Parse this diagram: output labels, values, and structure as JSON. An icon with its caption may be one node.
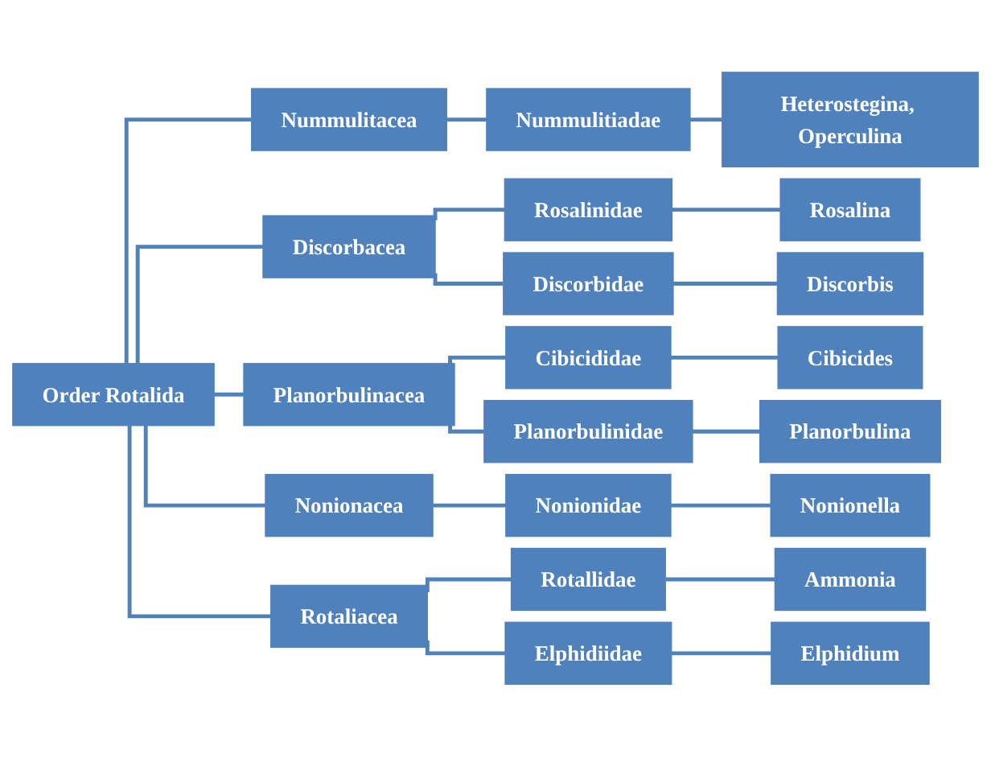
{
  "diagram": {
    "nodes": [
      {
        "text": [
          "Order Rotalida"
        ]
      },
      {
        "text": [
          "Nummulitacea"
        ]
      },
      {
        "text": [
          "Nummulitiadae"
        ]
      },
      {
        "text": [
          "Heterostegina, Operculina"
        ]
      },
      {
        "text": [
          "Discorbacea"
        ]
      },
      {
        "text": [
          "Rosalinidae"
        ]
      },
      {
        "text": [
          "Rosalina"
        ]
      },
      {
        "text": [
          "Discorbidae"
        ]
      },
      {
        "text": [
          "Discorbis"
        ]
      },
      {
        "text": [
          "Planorbulinacea"
        ]
      },
      {
        "text": [
          "Cibicididae"
        ]
      },
      {
        "text": [
          "Cibicides"
        ]
      },
      {
        "text": [
          "Planorbulinidae"
        ]
      },
      {
        "text": [
          "Planorbulina"
        ]
      },
      {
        "text": [
          "Nonionacea"
        ]
      },
      {
        "text": [
          "Nonionidae"
        ]
      },
      {
        "text": [
          "Nonionella"
        ]
      },
      {
        "text": [
          "Rotaliacea"
        ]
      },
      {
        "text": [
          "Rotallidae"
        ]
      },
      {
        "text": [
          "Ammonia"
        ]
      },
      {
        "text": [
          "Elphidiidae"
        ]
      },
      {
        "text": [
          "Elphidium"
        ]
      }
    ],
    "edges": [
      {
        "from": 0,
        "to": 1,
        "arrow": "none"
      },
      {
        "from": 0,
        "to": 4,
        "arrow": "none"
      },
      {
        "from": 0,
        "to": 9,
        "arrow": "none"
      },
      {
        "from": 0,
        "to": 14,
        "arrow": "none"
      },
      {
        "from": 0,
        "to": 17,
        "arrow": "none"
      },
      {
        "from": 1,
        "to": 2,
        "arrow": "none"
      },
      {
        "from": 2,
        "to": 3,
        "arrow": "none"
      },
      {
        "from": 4,
        "to": 5,
        "arrow": "none"
      },
      {
        "from": 4,
        "to": 7,
        "arrow": "none"
      },
      {
        "from": 5,
        "to": 6,
        "arrow": "none"
      },
      {
        "from": 7,
        "to": 8,
        "arrow": "none"
      },
      {
        "from": 9,
        "to": 10,
        "arrow": "none"
      },
      {
        "from": 9,
        "to": 12,
        "arrow": "none"
      },
      {
        "from": 10,
        "to": 11,
        "arrow": "none"
      },
      {
        "from": 12,
        "to": 13,
        "arrow": "none"
      },
      {
        "from": 14,
        "to": 15,
        "arrow": "none"
      },
      {
        "from": 15,
        "to": 16,
        "arrow": "none"
      },
      {
        "from": 17,
        "to": 18,
        "arrow": "none"
      },
      {
        "from": 17,
        "to": 20,
        "arrow": "none"
      },
      {
        "from": 18,
        "to": 19,
        "arrow": "none"
      },
      {
        "from": 20,
        "to": 21,
        "arrow": "none"
      }
    ]
  }
}
